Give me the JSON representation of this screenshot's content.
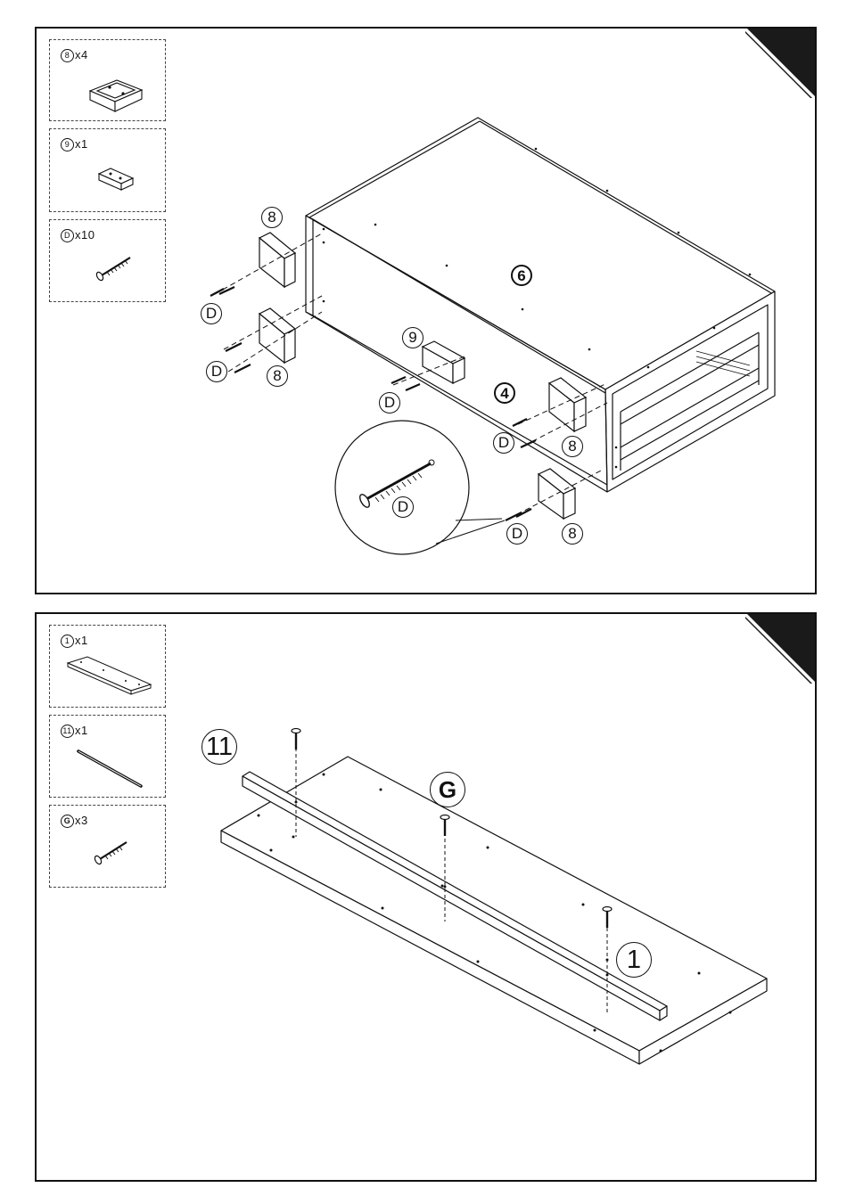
{
  "step1": {
    "parts": [
      {
        "id": "8",
        "qty": "x4",
        "icon": "cushion-block-icon"
      },
      {
        "id": "9",
        "qty": "x1",
        "icon": "small-block-icon"
      },
      {
        "id": "D",
        "qty": "x10",
        "icon": "screw-icon"
      }
    ],
    "labels": {
      "main_panel": "6",
      "second_panel": "4",
      "block_8": "8",
      "block_9": "9",
      "screw_d": "D",
      "zoom_screw": "D"
    }
  },
  "step2": {
    "parts": [
      {
        "id": "1",
        "qty": "x1",
        "icon": "board-icon"
      },
      {
        "id": "11",
        "qty": "x1",
        "icon": "rod-icon"
      },
      {
        "id": "G",
        "qty": "x3",
        "icon": "screw-icon"
      }
    ],
    "labels": {
      "rail": "11",
      "screw_g": "G",
      "board": "1"
    }
  },
  "colors": {
    "ink": "#111111",
    "corner": "#1a1a1a",
    "background": "#ffffff"
  }
}
